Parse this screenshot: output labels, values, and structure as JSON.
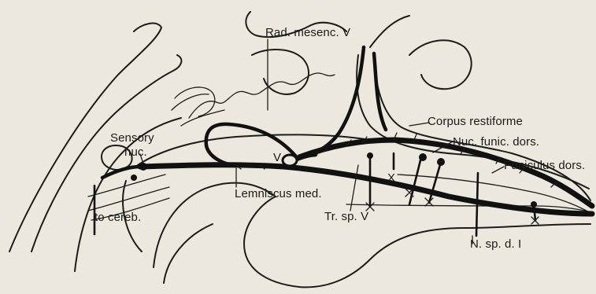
{
  "labels": {
    "rad_mesenc": "Rad. mesenc. V",
    "corpus_restiforme": "Corpus restiforme",
    "nuc_funic_dors": "Nuc. funic. dors.",
    "funiculus_dors": "Funiculus dors.",
    "sensory": "Sensory",
    "nuc": "nuc.",
    "v": "V",
    "x": "X",
    "to_cereb": "to cereb.",
    "lemniscus_med": "Lemniscus med.",
    "tr_sp_v": "Tr. sp. V",
    "n_sp_d": "N. sp. d. I"
  },
  "colors": {
    "background": "#ece8dd",
    "ink": "#111111"
  }
}
